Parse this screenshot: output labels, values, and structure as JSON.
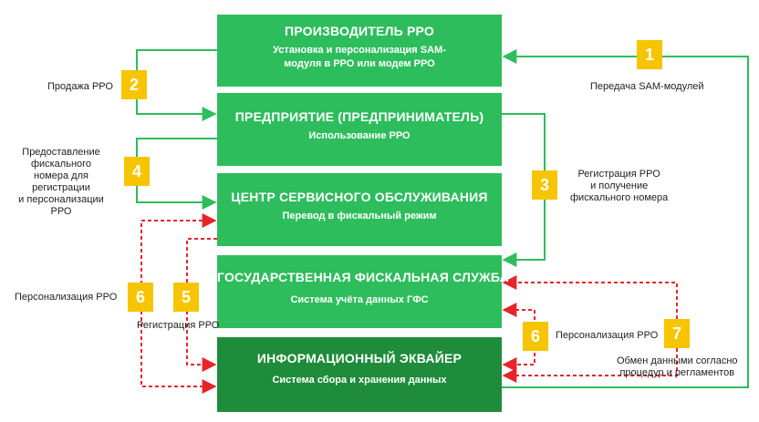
{
  "colors": {
    "box_fill": "#2ebd5c",
    "box_fill_dark": "#1e8c3a",
    "green_line": "#2ebd5c",
    "red_dashed": "#e8242b",
    "badge": "#f7c500"
  },
  "boxes": {
    "producer": {
      "title": "ПРОИЗВОДИТЕЛЬ РРО",
      "subtitle": "Установка и персонализация SAM-модуля в РРО или модем РРО"
    },
    "enterprise": {
      "title": "ПРЕДПРИЯТИЕ (ПРЕДПРИНИМАТЕЛЬ)",
      "subtitle": "Использование РРО"
    },
    "service_center": {
      "title": "ЦЕНТР СЕРВИСНОГО ОБСЛУЖИВАНИЯ",
      "subtitle": "Перевод в фискальный режим"
    },
    "tax_service": {
      "title": "ГОСУДАРСТВЕННАЯ ФИСКАЛЬНАЯ СЛУЖБА",
      "subtitle": "Система учёта данных ГФС"
    },
    "acquirer": {
      "title": "ИНФОРМАЦИОННЫЙ ЭКВАЙЕР",
      "subtitle": "Система сбора и хранения данных"
    }
  },
  "steps": [
    {
      "num": "1",
      "label": "Передача SAM-модулей"
    },
    {
      "num": "2",
      "label": "Продажа РРО"
    },
    {
      "num": "3",
      "label": "Регистрация РРО\nи получение\nфискального номера"
    },
    {
      "num": "4",
      "label": "Предоставление\nфискального\nномера для регистрации\nи персонализации РРО"
    },
    {
      "num": "5",
      "label": "Регистрация РРО"
    },
    {
      "num": "6",
      "label": "Персонализация РРО"
    },
    {
      "num": "6",
      "label": "Персонализация РРО"
    },
    {
      "num": "7",
      "label": "Обмен данными согласно\nпроцедур и регламентов"
    }
  ]
}
